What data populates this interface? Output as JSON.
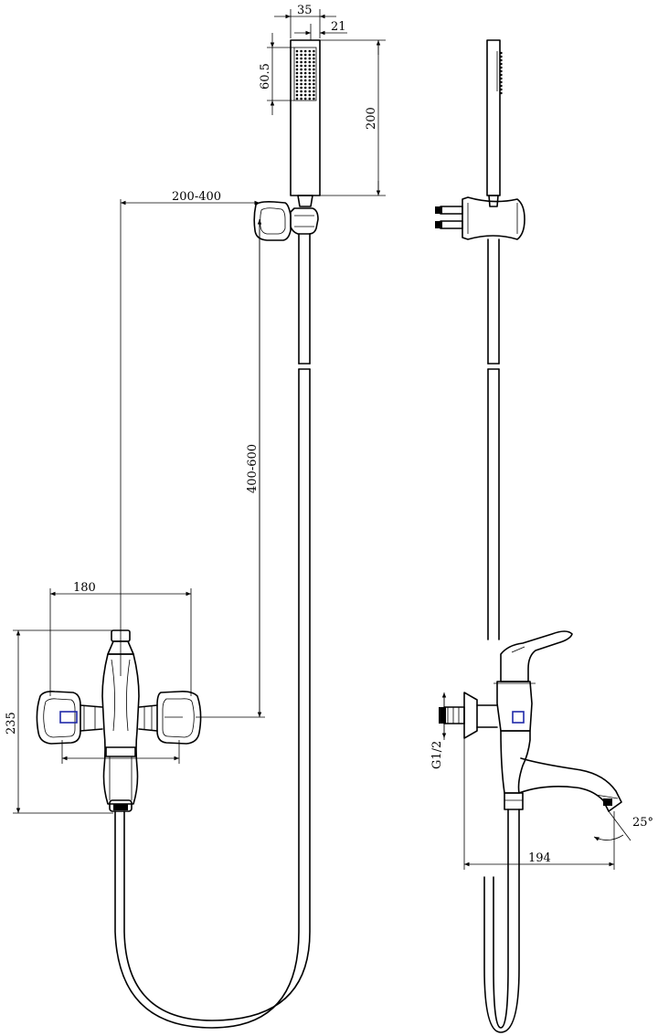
{
  "dimensions": {
    "head_width": "35",
    "head_offset": "21",
    "spray_height": "60.5",
    "head_height": "200",
    "holder_distance": "200-400",
    "holder_height": "400-600",
    "mixer_width": "180",
    "mixer_height": "235",
    "inlet_thread": "G1/2",
    "spout_reach": "194",
    "spout_angle": "25°"
  }
}
